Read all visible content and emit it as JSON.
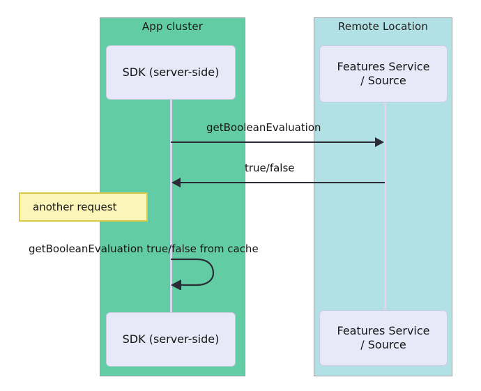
{
  "diagram": {
    "type": "sequence-diagram",
    "background": "#ffffff",
    "groups": [
      {
        "id": "app-cluster",
        "title": "App cluster",
        "color": "#62cda5",
        "border_color": "#9aa0a6"
      },
      {
        "id": "remote-location",
        "title": "Remote Location",
        "color": "#b2e1e5",
        "border_color": "#9aa0a6"
      }
    ],
    "participants": [
      {
        "id": "sdk-top",
        "label": "SDK (server-side)",
        "group": "app-cluster",
        "position": "top",
        "fill": "#e7e8f8"
      },
      {
        "id": "features-top",
        "label": "Features Service\n/ Source",
        "group": "remote-location",
        "position": "top",
        "fill": "#e7e8f8"
      },
      {
        "id": "sdk-bottom",
        "label": "SDK (server-side)",
        "group": "app-cluster",
        "position": "bottom",
        "fill": "#e7e8f8"
      },
      {
        "id": "features-bottom",
        "label": "Features Service\n/ Source",
        "group": "remote-location",
        "position": "bottom",
        "fill": "#e7e8f8"
      }
    ],
    "lifelines": [
      {
        "id": "sdk-lifeline",
        "color": "#d8d9ef"
      },
      {
        "id": "features-lifeline",
        "color": "#eccfee"
      }
    ],
    "messages": [
      {
        "id": "msg-1",
        "label": "getBooleanEvaluation",
        "from": "sdk",
        "to": "features",
        "direction": "right",
        "color": "#2b2b35"
      },
      {
        "id": "msg-2",
        "label": "true/false",
        "from": "features",
        "to": "sdk",
        "direction": "left",
        "color": "#2b2b35"
      },
      {
        "id": "msg-3",
        "label": "getBooleanEvaluation true/false from cache",
        "from": "sdk",
        "to": "sdk",
        "direction": "self",
        "color": "#2b2b35"
      }
    ],
    "notes": [
      {
        "id": "note-another-request",
        "text": "another request",
        "fill": "#fcf5ba",
        "border_color": "#d6c84a"
      }
    ]
  }
}
